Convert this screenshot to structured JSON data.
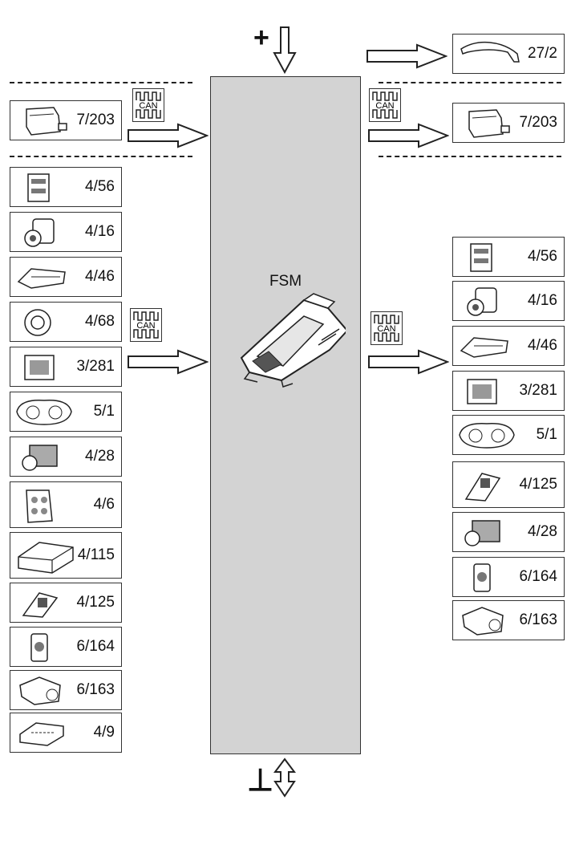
{
  "central": {
    "label": "FSM"
  },
  "power": {
    "plus_symbol": "+",
    "ground_symbol": "⊥"
  },
  "can_badge": {
    "text": "CAN"
  },
  "top_right": {
    "label": "27/2"
  },
  "left_can_module": {
    "label": "7/203"
  },
  "right_can_module": {
    "label": "7/203"
  },
  "left_modules": [
    {
      "label": "4/56"
    },
    {
      "label": "4/16"
    },
    {
      "label": "4/46"
    },
    {
      "label": "4/68"
    },
    {
      "label": "3/281"
    },
    {
      "label": "5/1"
    },
    {
      "label": "4/28"
    },
    {
      "label": "4/6"
    },
    {
      "label": "4/115"
    },
    {
      "label": "4/125"
    },
    {
      "label": "6/164"
    },
    {
      "label": "6/163"
    },
    {
      "label": "4/9"
    }
  ],
  "right_modules": [
    {
      "label": "4/56"
    },
    {
      "label": "4/16"
    },
    {
      "label": "4/46"
    },
    {
      "label": "3/281"
    },
    {
      "label": "5/1"
    },
    {
      "label": "4/125"
    },
    {
      "label": "4/28"
    },
    {
      "label": "6/164"
    },
    {
      "label": "6/163"
    }
  ]
}
